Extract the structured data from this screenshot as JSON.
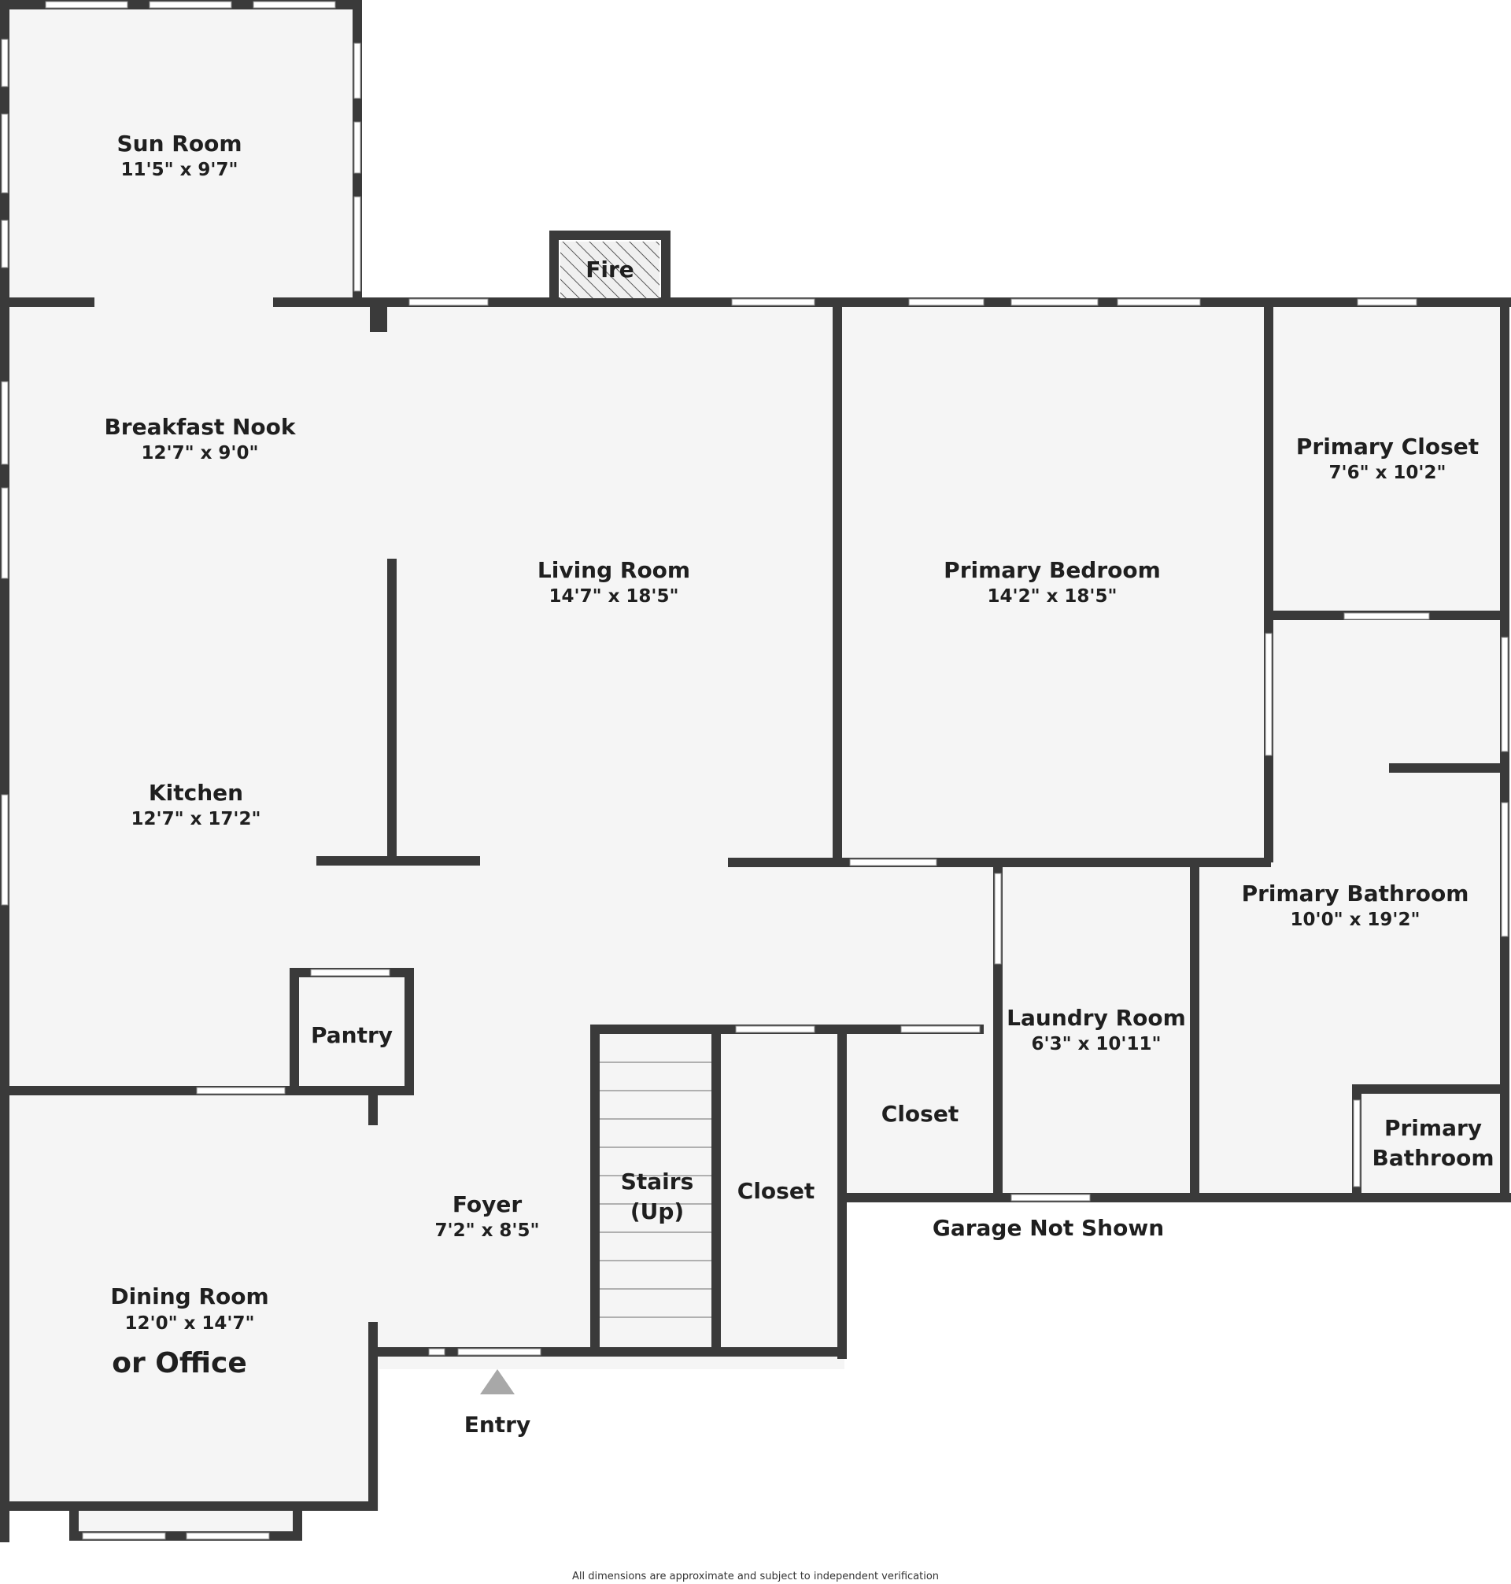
{
  "colors": {
    "wall": "#3a3a3a",
    "floor": "#f5f5f5",
    "window": "#ffffff",
    "entry_arrow": "#a8a8a8"
  },
  "rooms": {
    "sun_room": {
      "name": "Sun Room",
      "dims": "11'5\" x 9'7\""
    },
    "breakfast_nook": {
      "name": "Breakfast Nook",
      "dims": "12'7\" x 9'0\""
    },
    "living_room": {
      "name": "Living Room",
      "dims": "14'7\" x 18'5\""
    },
    "primary_bedroom": {
      "name": "Primary Bedroom",
      "dims": "14'2\" x 18'5\""
    },
    "primary_closet": {
      "name": "Primary Closet",
      "dims": "7'6\" x 10'2\""
    },
    "kitchen": {
      "name": "Kitchen",
      "dims": "12'7\" x 17'2\""
    },
    "primary_bathroom": {
      "name": "Primary Bathroom",
      "dims": "10'0\" x 19'2\""
    },
    "pantry": {
      "name": "Pantry"
    },
    "laundry_room": {
      "name": "Laundry Room",
      "dims": "6'3\" x 10'11\""
    },
    "closet_small": {
      "name": "Closet"
    },
    "primary_bathroom_small": {
      "name_line1": "Primary",
      "name_line2": "Bathroom"
    },
    "foyer": {
      "name": "Foyer",
      "dims": "7'2\" x 8'5\""
    },
    "stairs": {
      "name_line1": "Stairs",
      "name_line2": "(Up)"
    },
    "closet_tall": {
      "name": "Closet"
    },
    "dining_room": {
      "name": "Dining Room",
      "dims": "12'0\" x 14'7\"",
      "note": "or Office"
    }
  },
  "labels": {
    "fire": "Fire",
    "garage_note": "Garage Not Shown",
    "entry": "Entry",
    "footer": "All dimensions are approximate and subject to independent verification"
  },
  "icons": {
    "entry_marker": "triangle-up-icon",
    "fireplace": "fireplace-hatch-icon"
  }
}
